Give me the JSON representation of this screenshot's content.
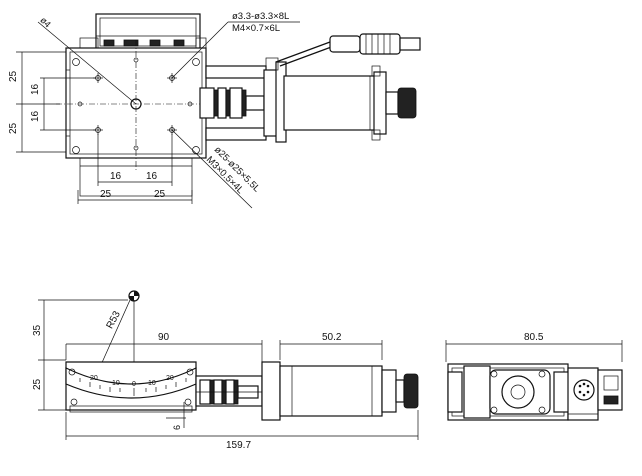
{
  "top_view": {
    "hole_label_1": "ø3.3-ø3.3×8L",
    "hole_label_2": "M4×0.7×6L",
    "hole_label_3": "ø25-ø25×5.5L",
    "hole_label_4": "M3×0.5×4L",
    "dim_phi4": "ø4",
    "dim_25_top": "25",
    "dim_25_bottom": "25",
    "dim_16_top": "16",
    "dim_16_bottom": "16",
    "dim_16_left": "16",
    "dim_16_right": "16",
    "dim_25_left": "25",
    "dim_25_right": "25"
  },
  "front_view": {
    "dim_r53": "R53",
    "dim_35": "35",
    "dim_25": "25",
    "dim_90": "90",
    "dim_50_2": "50.2",
    "dim_159_7": "159.7",
    "dim_6": "6",
    "scale_labels": [
      "20",
      "10",
      "0",
      "10",
      "20"
    ]
  },
  "side_view": {
    "dim_80_5": "80.5"
  }
}
